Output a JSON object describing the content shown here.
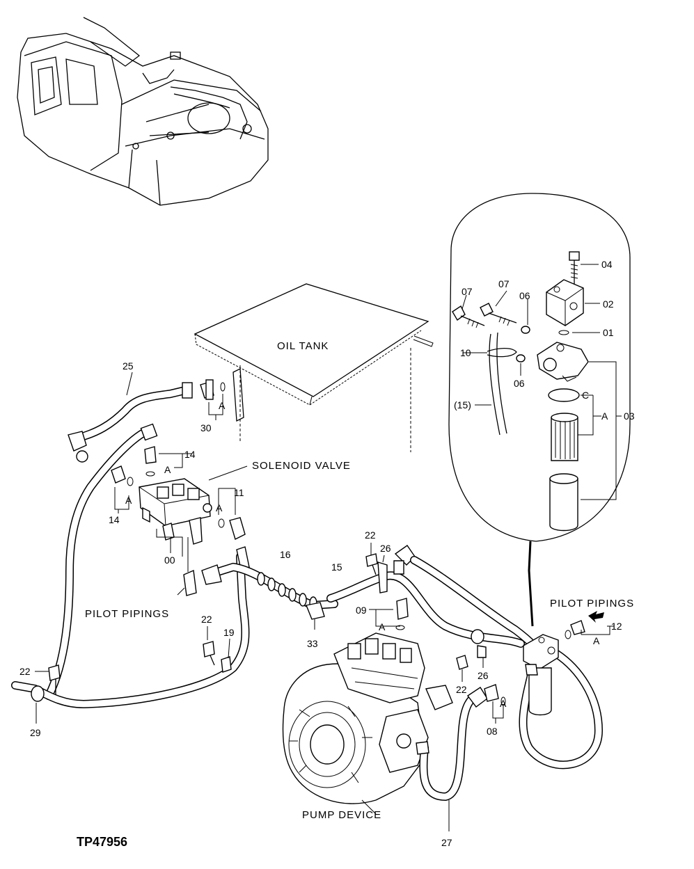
{
  "labels": {
    "oil_tank": "OIL TANK",
    "solenoid_valve": "SOLENOID VALVE",
    "pilot_pipings_left": "PILOT PIPINGS",
    "pilot_pipings_right": "PILOT PIPINGS",
    "pump_device": "PUMP DEVICE",
    "drawing_code": "TP47956"
  },
  "callouts": {
    "p04": "04",
    "p02": "02",
    "p07a": "07",
    "p07b": "07",
    "p06a": "06",
    "p01": "01",
    "p10": "10",
    "p06b": "06",
    "p15": "(15)",
    "pC": "C",
    "pA03": "A",
    "p03": "03",
    "p25": "25",
    "p30": "30",
    "pA30": "A",
    "p14a": "14",
    "pA14a": "A",
    "pA14b": "A",
    "p14b": "14",
    "p11": "11",
    "pA11": "A",
    "p00": "00",
    "p16": "16",
    "p15b": "15",
    "p22a": "22",
    "p26a": "26",
    "p09": "09",
    "pA09": "A",
    "p33": "33",
    "p22b": "22",
    "p19": "19",
    "p22c": "22",
    "p29": "29",
    "p12": "12",
    "pA12": "A",
    "p26b": "26",
    "p22d": "22",
    "pA08": "A",
    "p08": "08",
    "p27": "27"
  }
}
